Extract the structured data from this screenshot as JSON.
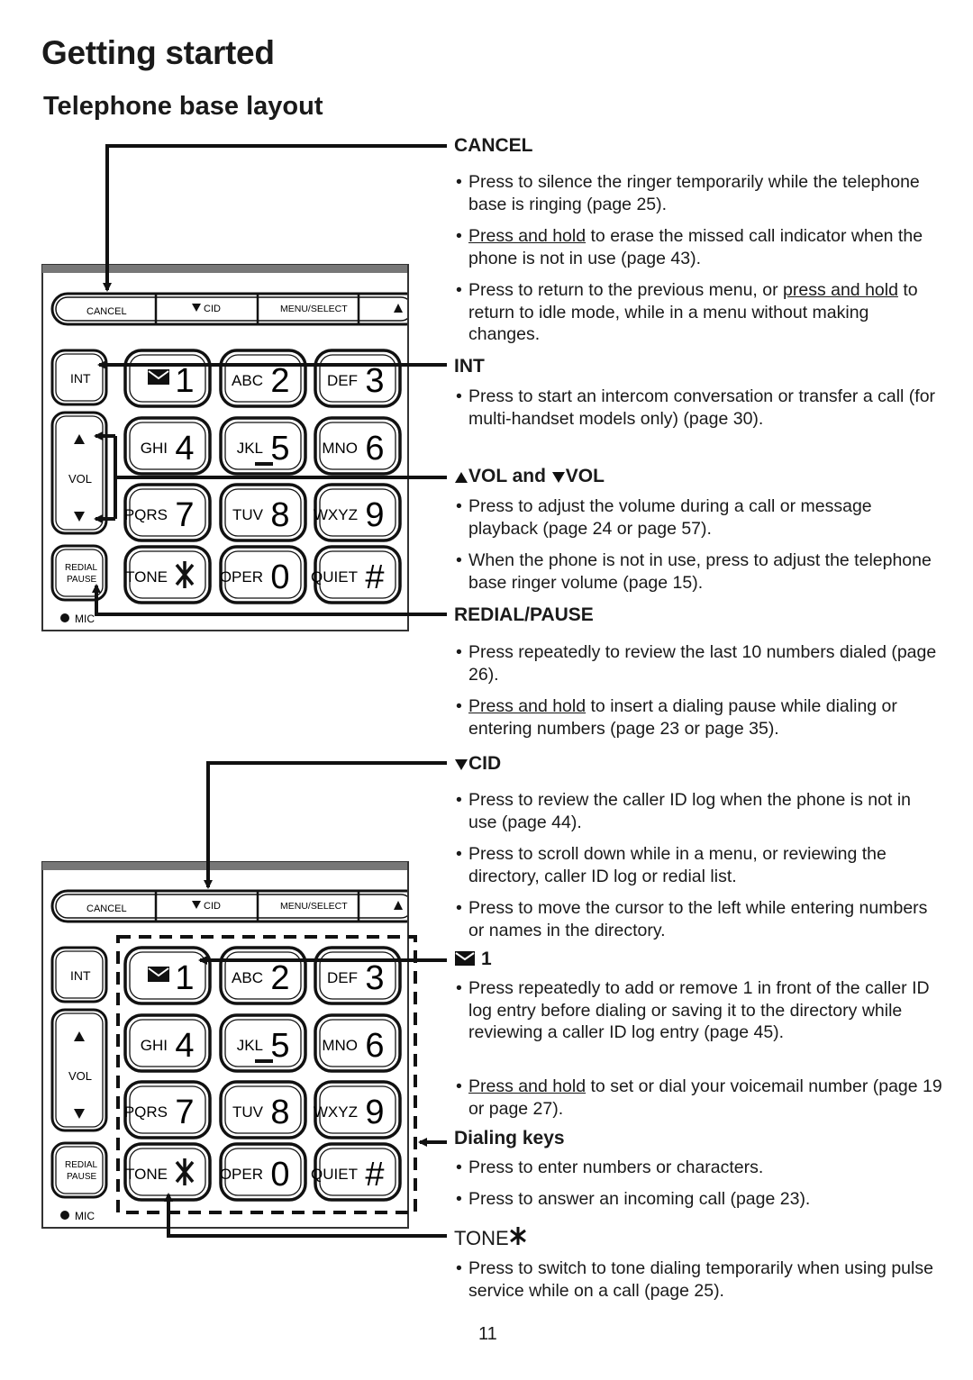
{
  "page": {
    "chapter_title": "Getting started",
    "section_title": "Telephone base layout",
    "page_number": "11"
  },
  "phone_labels": {
    "cancel": "CANCEL",
    "cid": "CID",
    "menu_select": "MENU/SELECT",
    "int": "INT",
    "vol": "VOL",
    "redial": "REDIAL",
    "pause": "PAUSE",
    "mic": "MIC",
    "keys": [
      {
        "letters": "",
        "digit": "1"
      },
      {
        "letters": "ABC",
        "digit": "2"
      },
      {
        "letters": "DEF",
        "digit": "3"
      },
      {
        "letters": "GHI",
        "digit": "4"
      },
      {
        "letters": "JKL",
        "digit": "5"
      },
      {
        "letters": "MNO",
        "digit": "6"
      },
      {
        "letters": "PQRS",
        "digit": "7"
      },
      {
        "letters": "TUV",
        "digit": "8"
      },
      {
        "letters": "WXYZ",
        "digit": "9"
      },
      {
        "letters": "TONE",
        "digit": "*"
      },
      {
        "letters": "OPER",
        "digit": "0"
      },
      {
        "letters": "QUIET",
        "digit": "#"
      }
    ]
  },
  "sections": {
    "cancel": {
      "heading": "CANCEL",
      "bullets": [
        {
          "pre": "",
          "link": "",
          "text": "Press to silence the ringer temporarily while the telephone base is ringing (page 25)."
        },
        {
          "pre": "",
          "link": "Press and hold",
          "text": " to erase the missed call indicator when the phone is not in use (page 43)."
        },
        {
          "pre": "Press to return to the previous menu, or ",
          "link": "press and hold",
          "text": " to return to idle mode, while in a menu without making changes."
        }
      ]
    },
    "int": {
      "heading": "INT",
      "bullets": [
        {
          "pre": "",
          "link": "",
          "text": "Press to start an intercom conversation or transfer a call (for multi-handset models only) (page 30)."
        }
      ]
    },
    "vol": {
      "heading_a": "VOL and ",
      "heading_b": "VOL",
      "bullets": [
        {
          "pre": "",
          "link": "",
          "text": "Press to adjust the volume during a call or message playback (page 24 or page 57)."
        },
        {
          "pre": "",
          "link": "",
          "text": "When the phone is not in use, press to adjust the telephone base ringer volume (page 15)."
        }
      ]
    },
    "redial": {
      "heading": "REDIAL/PAUSE",
      "bullets": [
        {
          "pre": "",
          "link": "",
          "text": "Press repeatedly to review the last 10 numbers dialed (page 26)."
        },
        {
          "pre": "",
          "link": "Press and hold",
          "text": " to insert a dialing pause while dialing or entering numbers (page 23 or page 35)."
        }
      ]
    },
    "cid": {
      "heading": "CID",
      "bullets": [
        {
          "pre": "",
          "link": "",
          "text": "Press to review the caller ID log when the phone is not in use (page 44)."
        },
        {
          "pre": "",
          "link": "",
          "text": "Press to scroll down while in a menu, or reviewing the directory, caller ID log or redial list."
        },
        {
          "pre": "",
          "link": "",
          "text": "Press to move the cursor to the left while entering numbers or names in the directory."
        }
      ]
    },
    "one": {
      "heading": "1",
      "bullets": [
        {
          "pre": "",
          "link": "",
          "text": "Press repeatedly to add or remove 1 in front of the caller ID log entry before dialing or saving it to the directory while reviewing a caller ID log entry (page 45)."
        },
        {
          "pre": "",
          "link": "Press and hold",
          "text": " to set or dial your voicemail number (page 19 or page 27)."
        }
      ]
    },
    "dialing": {
      "heading": "Dialing keys",
      "bullets": [
        {
          "pre": "",
          "link": "",
          "text": "Press to enter numbers or characters."
        },
        {
          "pre": "",
          "link": "",
          "text": "Press to answer an incoming call (page 23)."
        }
      ]
    },
    "tone": {
      "heading": "TONE",
      "bullets": [
        {
          "pre": "",
          "link": "",
          "text": "Press to switch to tone dialing temporarily when using pulse service while on a call (page 25)."
        }
      ]
    }
  }
}
